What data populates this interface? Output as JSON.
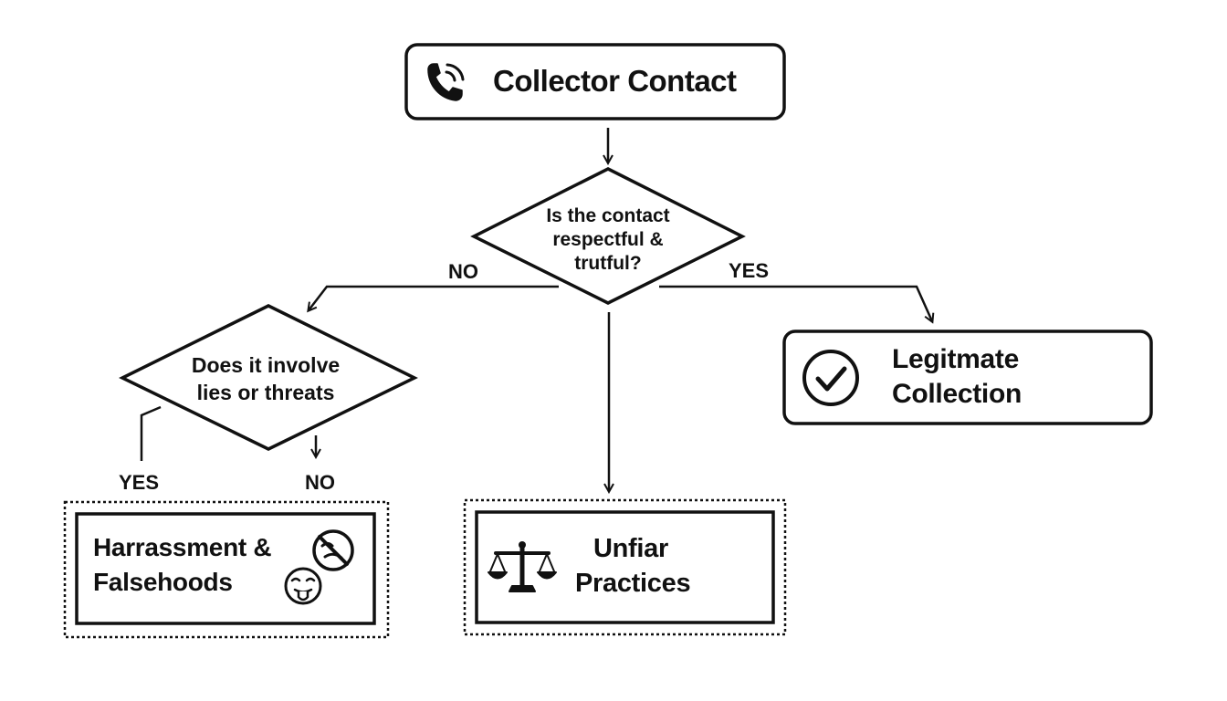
{
  "nodes": {
    "start": {
      "title": "Collector Contact",
      "icon": "phone-icon"
    },
    "question_main": {
      "lines": [
        "Is the contact",
        "respectful &",
        "trutful?"
      ]
    },
    "question_sub": {
      "lines": [
        "Does it involve",
        "lies or threats"
      ]
    },
    "legitimate": {
      "lines": [
        "Legitmate",
        "Collection"
      ],
      "icon": "checkmark-circle-icon"
    },
    "harassment": {
      "lines": [
        "Harrassment &",
        "Falsehoods"
      ],
      "icons": [
        "no-talking-icon",
        "tongue-out-face-icon"
      ]
    },
    "unfair": {
      "lines": [
        "Unfiar",
        "Practices"
      ],
      "icon": "scales-of-justice-icon"
    }
  },
  "edges": {
    "main_no": "NO",
    "main_yes": "YES",
    "sub_yes": "YES",
    "sub_no": "NO"
  },
  "colors": {
    "ink": "#111111",
    "background": "#ffffff"
  }
}
